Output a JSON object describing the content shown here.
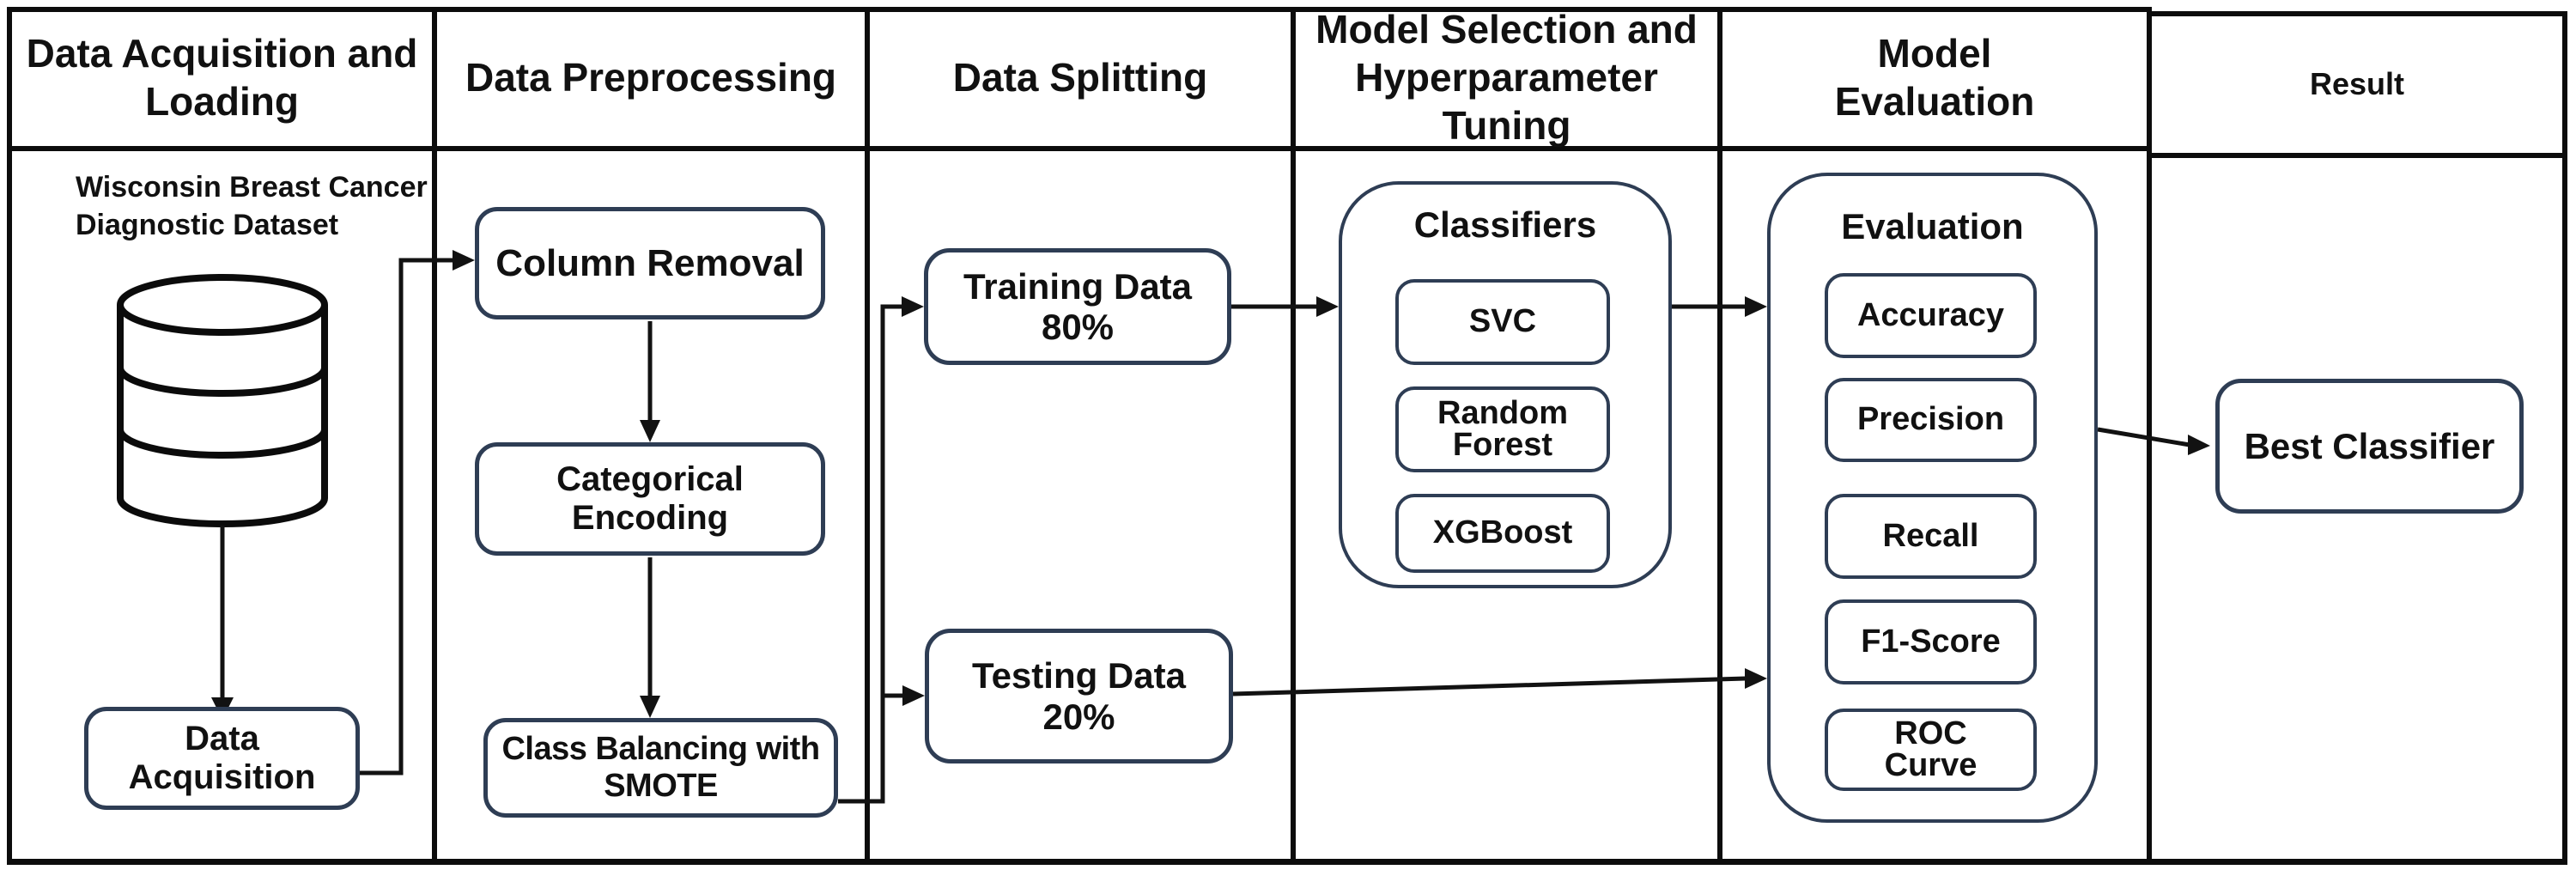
{
  "columns": [
    {
      "title": "Data Acquisition and\nLoading"
    },
    {
      "title": "Data Preprocessing"
    },
    {
      "title": "Data Splitting"
    },
    {
      "title": "Model Selection and\nHyperparameter Tuning"
    },
    {
      "title": "Model\nEvaluation"
    },
    {
      "title": "Result"
    }
  ],
  "acquisition": {
    "dataset_label": "Wisconsin Breast Cancer\nDiagnostic Dataset",
    "database_icon": "database-cylinder-icon",
    "node": "Data\nAcquisition"
  },
  "preprocessing": {
    "column_removal": "Column Removal",
    "categorical_encoding": "Categorical Encoding",
    "class_balancing": "Class Balancing with\nSMOTE"
  },
  "splitting": {
    "training": "Training Data\n80%",
    "testing": "Testing Data\n20%"
  },
  "model_selection": {
    "group_title": "Classifiers",
    "items": [
      "SVC",
      "Random\nForest",
      "XGBoost"
    ]
  },
  "evaluation": {
    "group_title": "Evaluation",
    "items": [
      "Accuracy",
      "Precision",
      "Recall",
      "F1-Score",
      "ROC\nCurve"
    ]
  },
  "result": {
    "best": "Best Classifier"
  },
  "colors": {
    "box_border": "#2e3d54",
    "grid_line": "#0c0c0c",
    "arrow": "#121212",
    "text": "#111111"
  }
}
